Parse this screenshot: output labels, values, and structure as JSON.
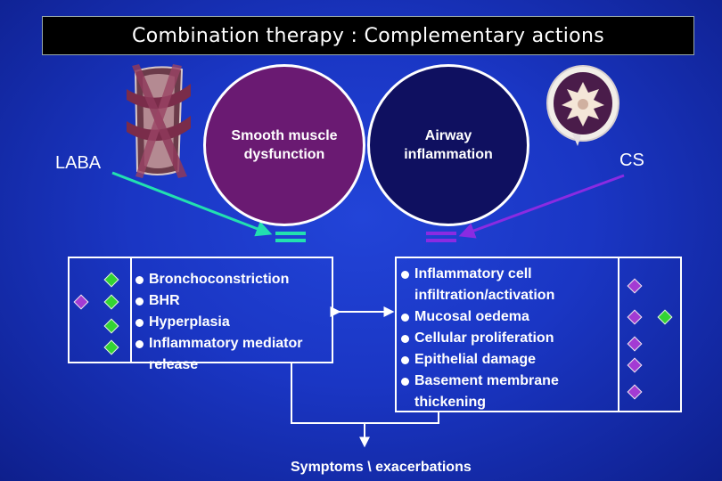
{
  "title": "Combination therapy : Complementary actions",
  "labels": {
    "laba": "LABA",
    "cs": "CS"
  },
  "circles": {
    "left": "Smooth muscle dysfunction",
    "right": "Airway inflammation"
  },
  "left_list": [
    "Bronchoconstriction",
    "BHR",
    "Hyperplasia",
    "Inflammatory mediator",
    "release"
  ],
  "right_list": [
    "Inflammatory cell",
    "infiltration/activation",
    "Mucosal oedema",
    "Cellular proliferation",
    "Epithelial damage",
    "Basement membrane",
    "thickening"
  ],
  "footer": "Symptoms \\ exacerbations",
  "colors": {
    "green": "#33d433",
    "purple": "#a33bd3",
    "teal_arrow": "#22e0b0",
    "violet_arrow": "#8a2be2"
  },
  "icons": {
    "left": "airway-smooth-muscle-icon",
    "right": "airway-cross-section-icon"
  }
}
